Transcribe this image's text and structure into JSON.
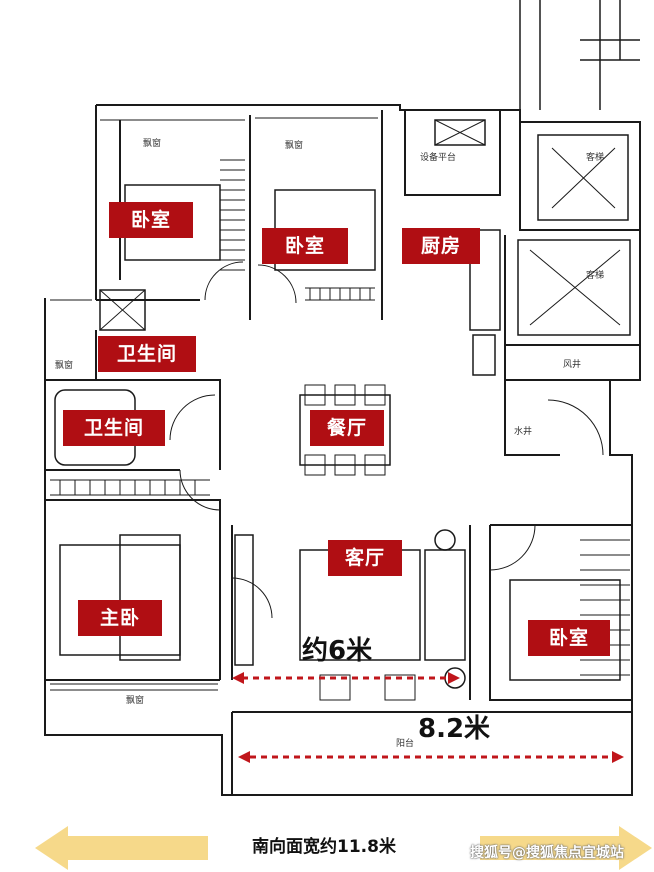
{
  "rooms": {
    "bedroom_nw": "卧室",
    "bedroom_n": "卧室",
    "kitchen": "厨房",
    "bathroom_1": "卫生间",
    "bathroom_2": "卫生间",
    "dining": "餐厅",
    "living": "客厅",
    "master": "主卧",
    "bedroom_se": "卧室"
  },
  "small_labels": {
    "bay_window_1": "飘窗",
    "bay_window_2": "飘窗",
    "bay_window_3": "飘窗",
    "bay_window_4": "飘窗",
    "equipment_platform": "设备平台",
    "elevator_1": "客梯",
    "elevator_2": "客梯",
    "air_shaft": "风井",
    "water_shaft": "水井",
    "balcony": "阳台"
  },
  "dimensions": {
    "living_width": "约6米",
    "balcony_width": "8.2米"
  },
  "footer": {
    "south_face": "南向面宽约11.8米",
    "watermark": "搜狐号@搜狐焦点宜城站"
  },
  "colors": {
    "label_bg": "#b00e13",
    "dimension_line": "#c0161b",
    "arrow": "#f6d98a"
  }
}
